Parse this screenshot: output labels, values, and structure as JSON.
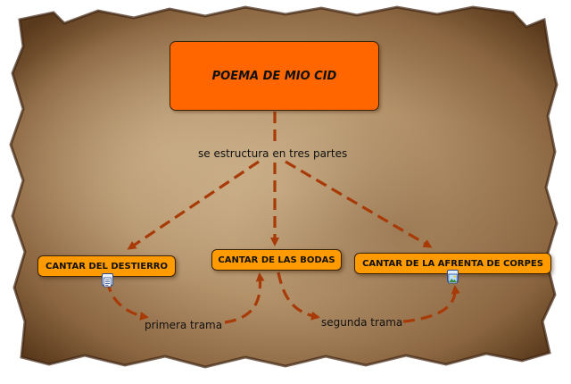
{
  "diagram": {
    "main_node": {
      "label": "POEMA DE MIO CID"
    },
    "structure_label": "se estructura en tres partes",
    "parts": [
      {
        "label": "CANTAR DEL DESTIERRO",
        "attachment_icon": "document-icon"
      },
      {
        "label": "CANTAR DE LAS BODAS"
      },
      {
        "label": "CANTAR DE LA AFRENTA DE CORPES",
        "attachment_icon": "image-icon"
      }
    ],
    "primera_trama": "primera trama",
    "segunda_trama": "segunda trama"
  },
  "colors": {
    "main_node": "#ff6600",
    "part_nodes": "#ff9a00",
    "arrows": "#a83a08",
    "parchment": "#9c7a52"
  }
}
